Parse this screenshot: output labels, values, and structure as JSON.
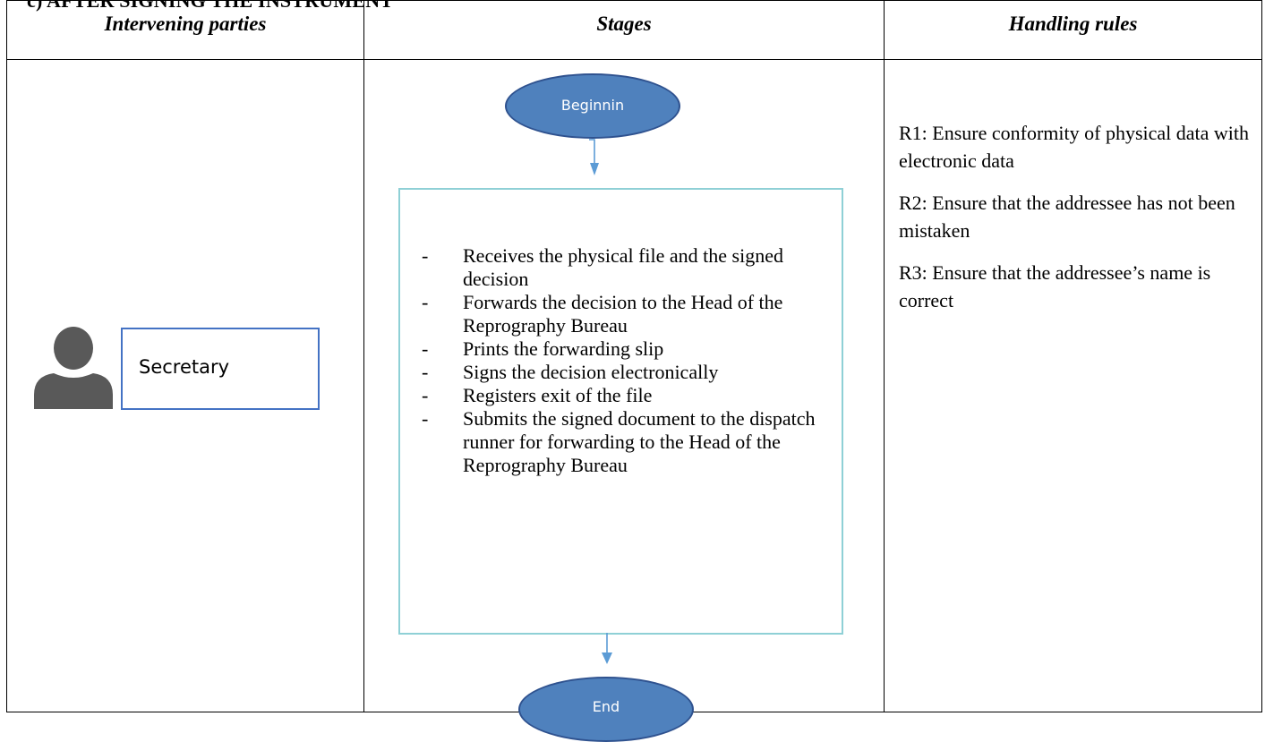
{
  "section_heading": "c)   AFTER SIGNING THE INSTRUMENT",
  "columns": {
    "parties": "Intervening parties",
    "stages": "Stages",
    "rules": "Handling rules"
  },
  "party": {
    "icon": "person-icon",
    "role": "Secretary"
  },
  "flow": {
    "start_label": "Beginnin",
    "end_label": "End",
    "steps": [
      "Receives the physical file and the signed decision",
      "Forwards the decision to the Head of the Reprography Bureau",
      "Prints the forwarding slip",
      "Signs the decision electronically",
      "Registers exit of the file",
      "Submits the signed document to the dispatch runner for forwarding to the Head of the Reprography Bureau"
    ],
    "bullet": "-"
  },
  "rules": [
    "R1: Ensure conformity of physical data with electronic data",
    "R2: Ensure that the addressee has not been mistaken",
    "R3: Ensure that the addressee’s name is correct"
  ],
  "colors": {
    "oval_fill": "#4f81bd",
    "role_border": "#4472c4",
    "stage_border": "#8fd0d6",
    "arrow": "#5b9bd5",
    "avatar": "#595959"
  }
}
